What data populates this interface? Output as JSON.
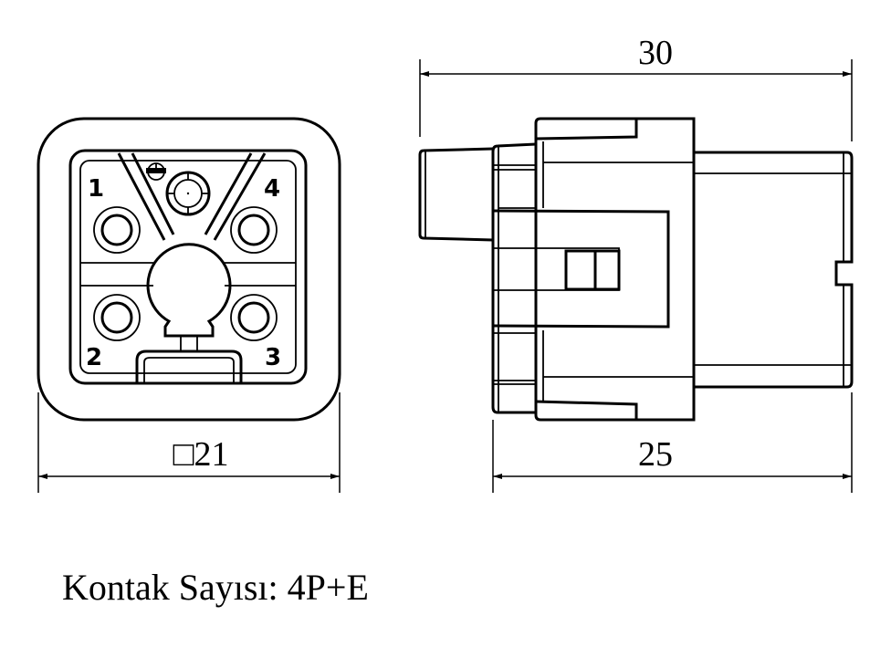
{
  "dimensions": {
    "overall_length": "30",
    "square_size": "□21",
    "body_length": "25"
  },
  "pins": [
    "1",
    "2",
    "3",
    "4"
  ],
  "caption": "Kontak Sayısı: 4P+E"
}
